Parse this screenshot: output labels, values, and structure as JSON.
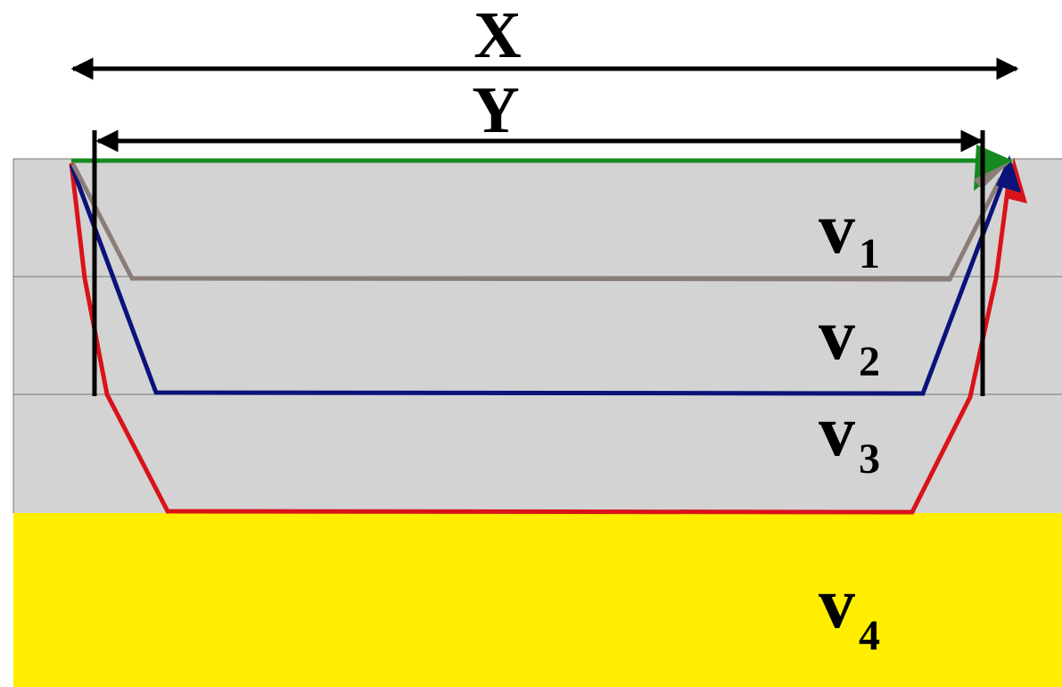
{
  "labels": {
    "x": "X",
    "y": "Y",
    "v_letter": "v",
    "layers": [
      {
        "sub": "1"
      },
      {
        "sub": "2"
      },
      {
        "sub": "3"
      },
      {
        "sub": "4"
      }
    ]
  },
  "colors": {
    "layer_fill": "#d3d3d3",
    "layer_lines": "#777777",
    "halfspace_fill": "#ffee00",
    "direct_ray": "#158a1f",
    "refracted_1": "#8a7d78",
    "refracted_2": "#0b137a",
    "refracted_3": "#d9131a",
    "arrows": "#000000"
  }
}
